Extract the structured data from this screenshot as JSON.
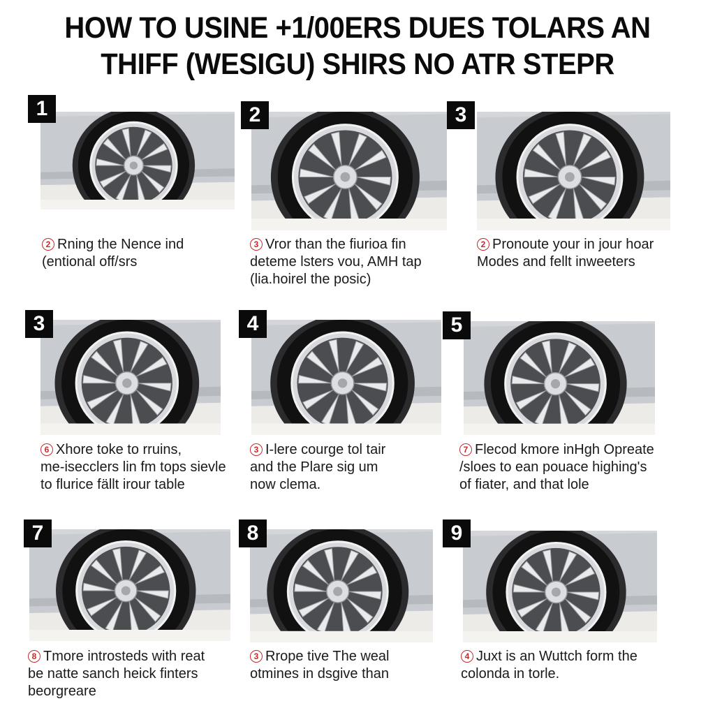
{
  "title": {
    "line1": "HOW TO USINE +1/00ERS DUES TOLARS AN",
    "line2": "THIFF (WESIGU) SHIRS NO ATR STEPR"
  },
  "steps": [
    {
      "number": "1",
      "icon": "wheel-photo",
      "mark": "2",
      "lines": [
        "Rning the Nence ind",
        "(entional off/srs"
      ]
    },
    {
      "number": "2",
      "icon": "wheel-photo",
      "mark": "3",
      "lines": [
        "Vror than the fiurioa fin",
        "deteme lsters vou, AMH tap",
        "(lia.hoirel the posic)"
      ]
    },
    {
      "number": "3",
      "icon": "wheel-photo",
      "mark": "2",
      "lines": [
        "Pronoute your in jour hoar",
        "Modes and fellt inweeters"
      ]
    },
    {
      "number": "3",
      "icon": "wheel-photo",
      "mark": "6",
      "lines": [
        "Xhore toke to rruins,",
        "me-isecclers lin fm tops sievle",
        "to flurice fällt irour table"
      ]
    },
    {
      "number": "4",
      "icon": "wheel-photo",
      "mark": "3",
      "lines": [
        "I-lere courge tol tair",
        "and the Plare sig um",
        "now clema."
      ]
    },
    {
      "number": "5",
      "icon": "wheel-photo",
      "mark": "7",
      "lines": [
        "Flecod kmore inHgh Opreate",
        "/sloes to ean pouace highing's",
        "of fiater, and that lole"
      ]
    },
    {
      "number": "7",
      "icon": "wheel-photo",
      "mark": "8",
      "lines": [
        "Tmore introsteds with reat",
        "be natte sanch heick finters",
        "beorgreare"
      ]
    },
    {
      "number": "8",
      "icon": "wheel-photo",
      "mark": "3",
      "lines": [
        "Rrope tive The weal",
        "otmines in dsgive than"
      ]
    },
    {
      "number": "9",
      "icon": "wheel-photo",
      "mark": "4",
      "lines": [
        "Juxt is an Wuttch form the",
        "colonda in torle."
      ]
    }
  ]
}
